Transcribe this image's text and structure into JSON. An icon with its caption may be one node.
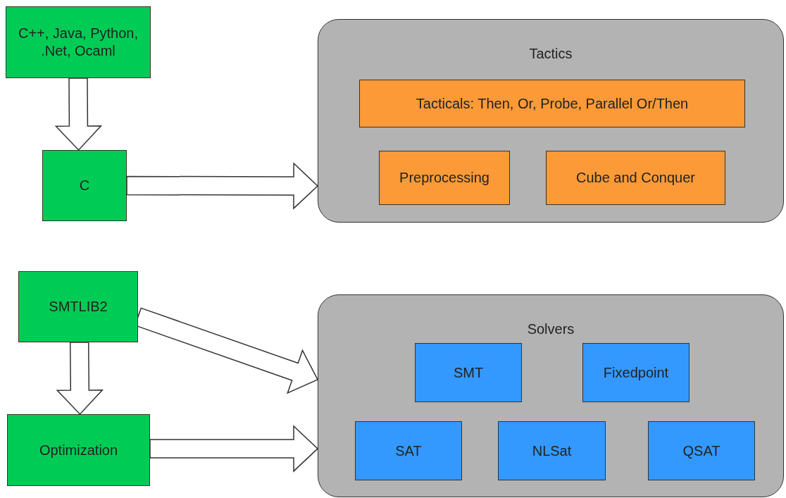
{
  "diagram": {
    "nodes": [
      {
        "text": [
          "C++, Java, Python, .Net, Ocaml"
        ]
      },
      {
        "text": [
          "C"
        ]
      },
      {
        "text": [
          "Tactics"
        ]
      },
      {
        "text": [
          "Tacticals: Then, Or, Probe, Parallel Or/Then"
        ],
        "in": 2
      },
      {
        "text": [
          "Preprocessing"
        ],
        "in": 2
      },
      {
        "text": [
          "Cube and Conquer"
        ],
        "in": 2
      },
      {
        "text": [
          "SMTLIB2"
        ]
      },
      {
        "text": [
          "Optimization"
        ]
      },
      {
        "text": [
          "Solvers"
        ]
      },
      {
        "text": [
          "SMT"
        ],
        "in": 8
      },
      {
        "text": [
          "Fixedpoint"
        ],
        "in": 8
      },
      {
        "text": [
          "SAT"
        ],
        "in": 8
      },
      {
        "text": [
          "NLSat"
        ],
        "in": 8
      },
      {
        "text": [
          "QSAT"
        ],
        "in": 8
      }
    ],
    "edges": [
      {
        "from": 0,
        "to": 1,
        "arrow": "to"
      },
      {
        "from": 1,
        "to": 2,
        "arrow": "to"
      },
      {
        "from": 6,
        "to": 8,
        "arrow": "to"
      },
      {
        "from": 6,
        "to": 7,
        "arrow": "to"
      },
      {
        "from": 7,
        "to": 8,
        "arrow": "to"
      }
    ]
  }
}
